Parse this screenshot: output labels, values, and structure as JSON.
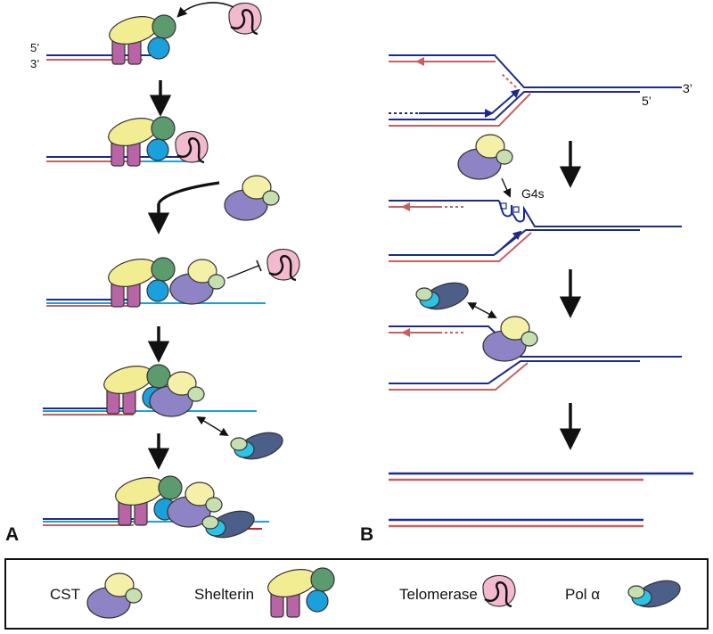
{
  "panel_a": {
    "letter": "A",
    "five_prime": "5’",
    "three_prime": "3’"
  },
  "panel_b": {
    "letter": "B",
    "three_prime": "3’",
    "five_prime": "5’",
    "g4_label": "G4s"
  },
  "legend": {
    "cst": "CST",
    "shelterin": "Shelterin",
    "telomerase": "Telomerase",
    "pol_alpha": "Pol α"
  },
  "colors": {
    "dna_blue": "#1c2a8c",
    "dna_red": "#c86060",
    "cyan_strand": "#1e9fd1",
    "cst_big": "#8e83c4",
    "cst_yellow": "#f5f0a8",
    "cst_green": "#c6dfb0",
    "shelterin_purple": "#b864a6",
    "shelterin_yellow": "#f2ed92",
    "shelterin_green": "#5c9b6e",
    "shelterin_blue": "#1aa0dc",
    "telomerase_pink": "#f3b9cf",
    "pol_alpha_dark": "#4b5f88",
    "pol_alpha_cyan": "#2cc3e8"
  }
}
